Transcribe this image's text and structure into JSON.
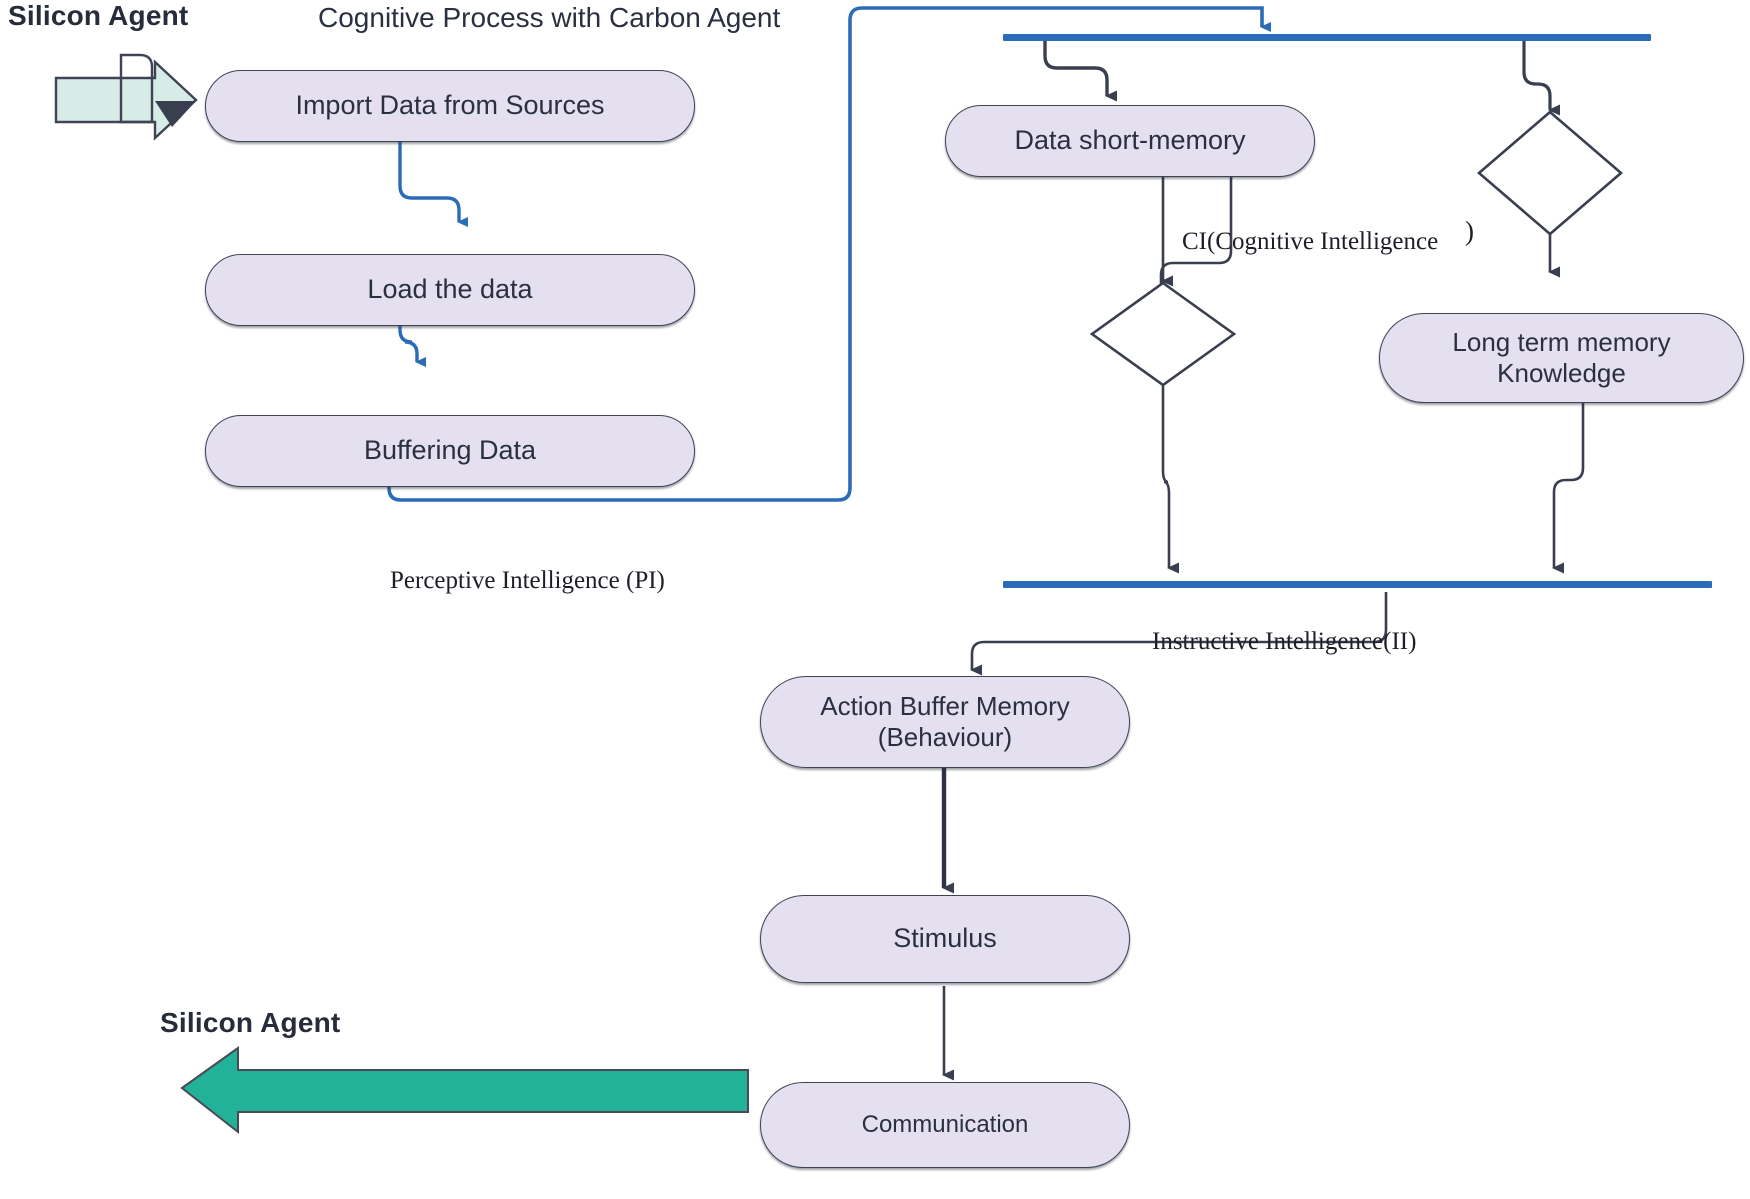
{
  "diagram": {
    "title": "Cognitive Process  with Carbon Agent",
    "top_left_label": "Silicon Agent",
    "bottom_left_label": "Silicon Agent"
  },
  "nodes": {
    "import": "Import Data from Sources",
    "load": "Load the data",
    "buffer": "Buffering Data",
    "short_memory": "Data short-memory",
    "long_memory_line1": "Long term memory",
    "long_memory_line2": "Knowledge",
    "action_buffer_line1": "Action Buffer Memory",
    "action_buffer_line2": "(Behaviour)",
    "stimulus": "Stimulus",
    "communication": "Communication"
  },
  "edge_labels": {
    "perceptive": "Perceptive Intelligence (PI)",
    "cognitive": "CI(Cognitive Intelligence",
    "cognitive_close": ")",
    "instructive": "Instructive Intelligence(II)"
  },
  "icons": {
    "input_arrow": "input-arrow-icon",
    "output_arrow": "output-arrow-icon"
  },
  "colors": {
    "node_fill": "#e5e0f0",
    "node_stroke": "#3f4354",
    "blue_flow": "#2b6cb8",
    "dark_flow": "#3a3f4f",
    "teal_arrow": "#22b29a",
    "intake_fill": "#d8ece7"
  }
}
